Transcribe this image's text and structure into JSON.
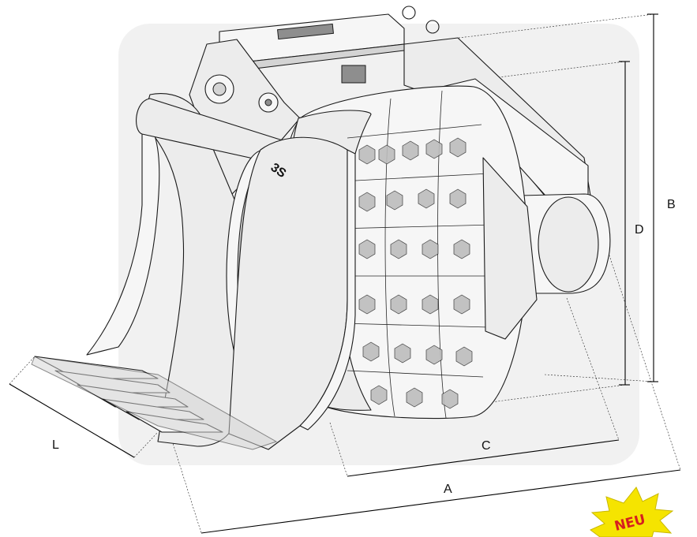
{
  "diagram": {
    "dimension_labels": {
      "A": "A",
      "B": "B",
      "C": "C",
      "D": "D",
      "L": "L"
    },
    "badge": {
      "text": "NEU",
      "fill_color": "#f5e400",
      "text_color": "#d61f1f"
    },
    "logo_text": "3S"
  }
}
